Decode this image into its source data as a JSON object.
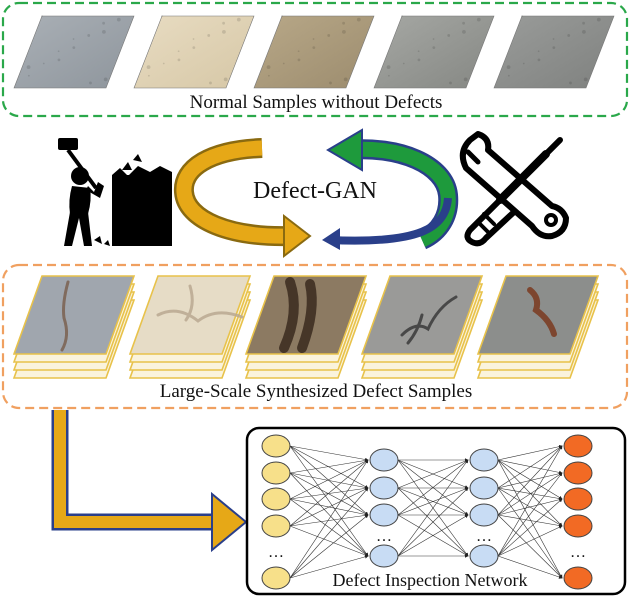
{
  "normal_group": {
    "label": "Normal Samples without Defects",
    "border_color": "#2aa84a",
    "samples": [
      {
        "name": "normal-sample-1",
        "texture": "gray concrete",
        "colors": [
          "#aab0b6",
          "#8e959c"
        ]
      },
      {
        "name": "normal-sample-2",
        "texture": "beige stone",
        "colors": [
          "#e8dcc2",
          "#d6c7a6"
        ]
      },
      {
        "name": "normal-sample-3",
        "texture": "tan concrete",
        "colors": [
          "#b8a888",
          "#9c8c6e"
        ]
      },
      {
        "name": "normal-sample-4",
        "texture": "gray stone",
        "colors": [
          "#a6a8a4",
          "#858783"
        ]
      },
      {
        "name": "normal-sample-5",
        "texture": "smooth gray",
        "colors": [
          "#9a9c9a",
          "#7f817f"
        ]
      }
    ]
  },
  "gan": {
    "label": "Defect-GAN",
    "arrow_colors": {
      "yellow": "#e6a817",
      "green": "#1e9a3c",
      "blue": "#2a3f8a"
    }
  },
  "defect_group": {
    "label": "Large-Scale Synthesized Defect Samples",
    "border_color": "#f0a060",
    "stack_color": "#e8c24a",
    "samples": [
      {
        "name": "defect-sample-1",
        "defect": "rust crack",
        "colors": [
          "#a0a6ae",
          "#7a6050"
        ]
      },
      {
        "name": "defect-sample-2",
        "defect": "fine cracks",
        "colors": [
          "#e6dcc6",
          "#b8a890"
        ]
      },
      {
        "name": "defect-sample-3",
        "defect": "stain",
        "colors": [
          "#8c7a62",
          "#3a2a1e"
        ]
      },
      {
        "name": "defect-sample-4",
        "defect": "dark cracks",
        "colors": [
          "#9a9a98",
          "#3a3a3a"
        ]
      },
      {
        "name": "defect-sample-5",
        "defect": "rust stain",
        "colors": [
          "#8c8e8c",
          "#7a3a1e"
        ]
      }
    ]
  },
  "network": {
    "label": "Defect Inspection Network",
    "ellipsis": "…",
    "input_color": "#f7e08a",
    "hidden_color": "#c8dcf4",
    "output_color": "#f26a24",
    "arrow_color": "#e6a817"
  },
  "icons": {
    "destroyer": "person-with-sledgehammer-icon",
    "repair": "wrench-screwdriver-icon"
  }
}
